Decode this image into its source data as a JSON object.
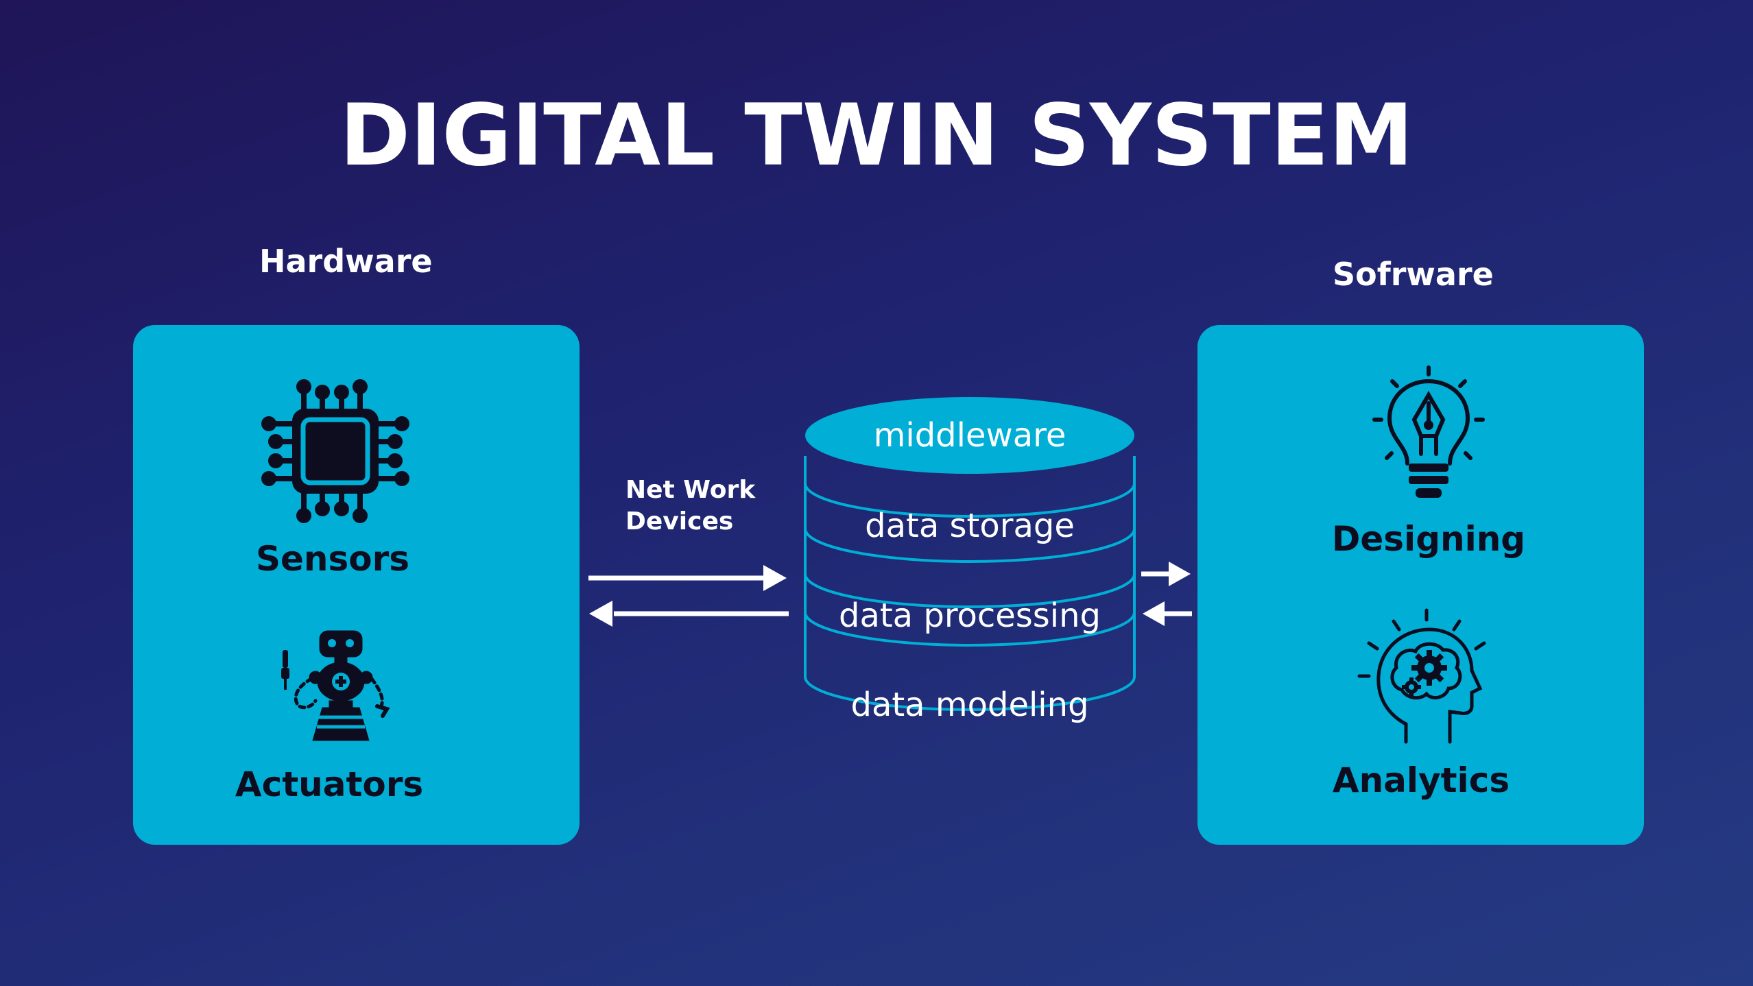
{
  "title": "DIGITAL TWIN SYSTEM",
  "hardware": {
    "label": "Hardware",
    "items": [
      {
        "label": "Sensors",
        "icon": "chip-icon"
      },
      {
        "label": "Actuators",
        "icon": "robot-icon"
      }
    ]
  },
  "software": {
    "label": "Sofrware",
    "items": [
      {
        "label": "Designing",
        "icon": "lightbulb-pen-icon"
      },
      {
        "label": "Analytics",
        "icon": "head-gears-icon"
      }
    ]
  },
  "network": {
    "label_line1": "Net Work",
    "label_line2": "Devices"
  },
  "middleware": {
    "layers": [
      "middleware",
      "data storage",
      "data processing",
      "data modeling"
    ]
  },
  "colors": {
    "panel": "#00aed6",
    "icon": "#0d0d1f",
    "text": "#ffffff"
  }
}
